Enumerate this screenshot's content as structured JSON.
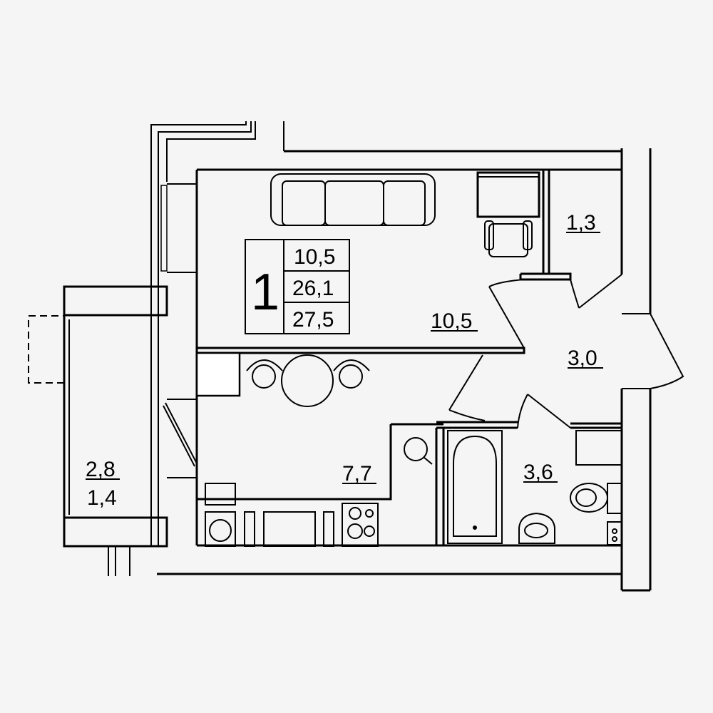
{
  "summary": {
    "rooms": "1",
    "living_area": "10,5",
    "living_total": "26,1",
    "total_area": "27,5"
  },
  "rooms": {
    "living": "10,5",
    "storage": "1,3",
    "hall": "3,0",
    "kitchen": "7,7",
    "bathroom": "3,6",
    "balcony_area": "2,8",
    "balcony_reduced": "1,4"
  }
}
